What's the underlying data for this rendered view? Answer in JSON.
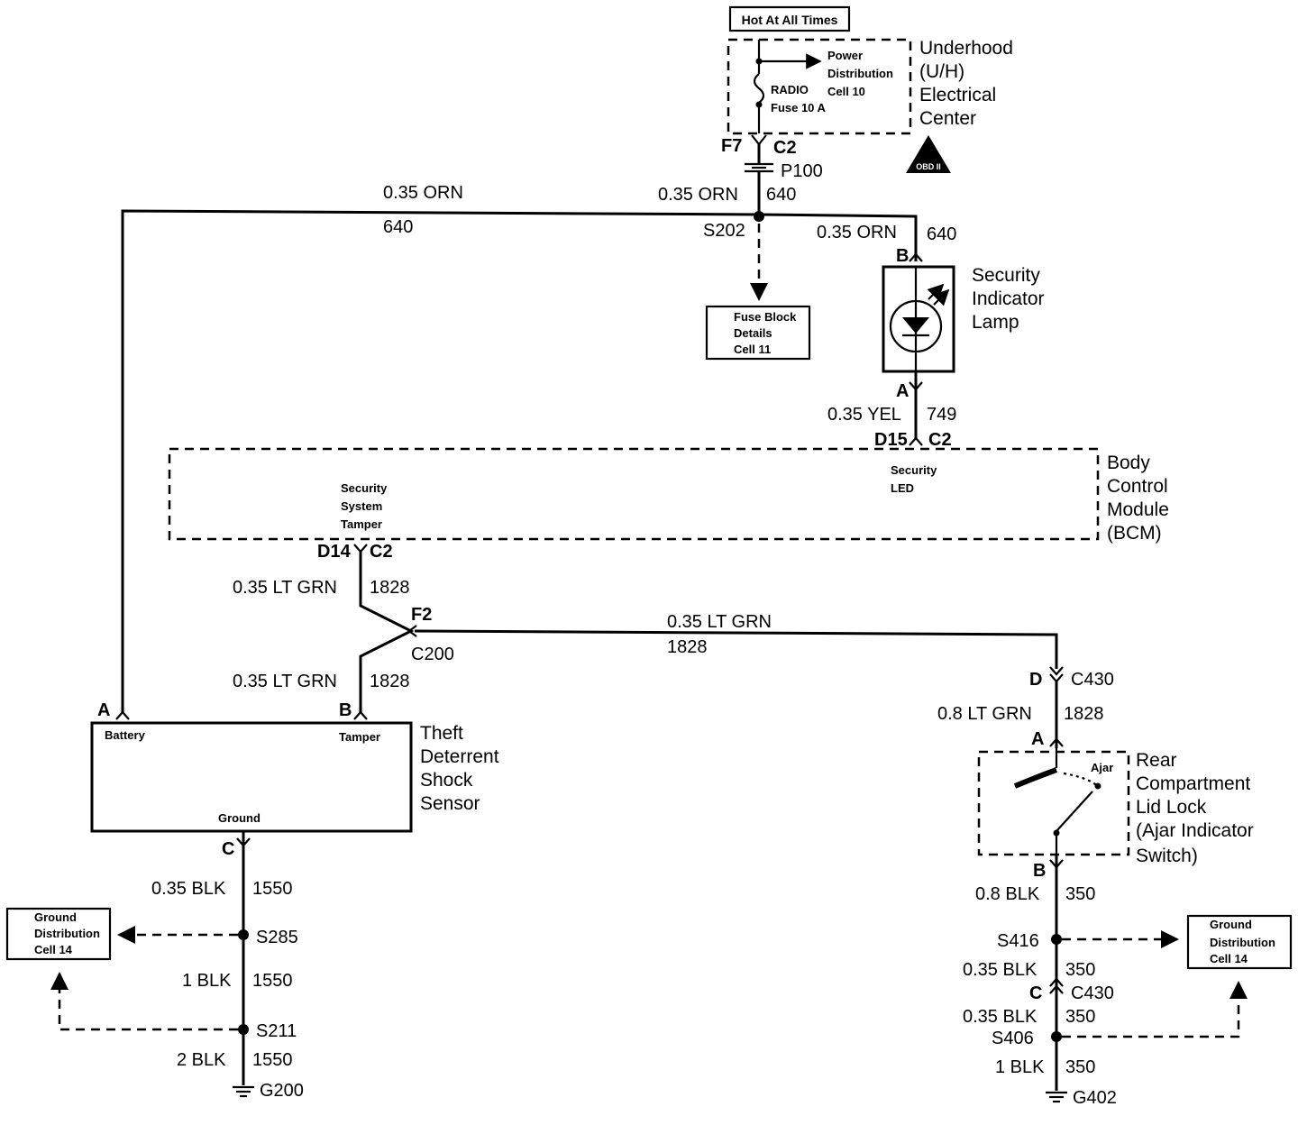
{
  "hot_box": "Hot At All Times",
  "uh_center": {
    "name_lines": [
      "Underhood",
      "(U/H)",
      "Electrical",
      "Center"
    ],
    "power_dist_lines": [
      "Power",
      "Distribution",
      "Cell 10"
    ],
    "fuse_lines": [
      "RADIO",
      "Fuse 10 A"
    ],
    "obd_label": "OBD II"
  },
  "connectors": {
    "f7": "F7",
    "c2_top": "C2",
    "p100": "P100",
    "s202": "S202",
    "b_lamp": "B",
    "a_lamp": "A",
    "d15": "D15",
    "c2_led": "C2",
    "d14": "D14",
    "c2_tamper": "C2",
    "f2": "F2",
    "c200": "C200",
    "a_batt": "A",
    "b_tamper": "B",
    "c_ground": "C",
    "s285": "S285",
    "s211": "S211",
    "g200": "G200",
    "d_rear": "D",
    "c430_top": "C430",
    "a_rear": "A",
    "b_rear": "B",
    "s416": "S416",
    "c_430": "C",
    "c430_bot": "C430",
    "s406": "S406",
    "g402": "G402"
  },
  "wires": {
    "w_top_left_gauge": "0.35 ORN",
    "w_top_left_circ": "640",
    "w_s202_gauge": "0.35 ORN",
    "w_s202_circ": "640",
    "w_lamp_gauge": "0.35 ORN",
    "w_lamp_circ": "640",
    "w_yel_gauge": "0.35 YEL",
    "w_yel_circ": "749",
    "w_ltgrn1_gauge": "0.35 LT GRN",
    "w_ltgrn1_circ": "1828",
    "w_ltgrn2_gauge": "0.35 LT GRN",
    "w_ltgrn2_circ": "1828",
    "w_ltgrn_h_gauge": "0.35 LT GRN",
    "w_ltgrn_h_circ": "1828",
    "w_ltgrn08_gauge": "0.8 LT GRN",
    "w_ltgrn08_circ": "1828",
    "w_blk1_gauge": "0.35 BLK",
    "w_blk1_circ": "1550",
    "w_blk2_gauge": "1 BLK",
    "w_blk2_circ": "1550",
    "w_blk3_gauge": "2 BLK",
    "w_blk3_circ": "1550",
    "w_r_blk1_gauge": "0.8 BLK",
    "w_r_blk1_circ": "350",
    "w_r_blk2_gauge": "0.35 BLK",
    "w_r_blk2_circ": "350",
    "w_r_blk3_gauge": "0.35 BLK",
    "w_r_blk3_circ": "350",
    "w_r_blk4_gauge": "1 BLK",
    "w_r_blk4_circ": "350"
  },
  "fuse_block": [
    "Fuse Block",
    "Details",
    "Cell 11"
  ],
  "security_lamp": [
    "Security",
    "Indicator",
    "Lamp"
  ],
  "bcm": {
    "name_lines": [
      "Body",
      "Control",
      "Module",
      "(BCM)"
    ],
    "tamper_lines": [
      "Security",
      "System",
      "Tamper"
    ],
    "led_lines": [
      "Security",
      "LED"
    ]
  },
  "shock_sensor": {
    "name_lines": [
      "Theft",
      "Deterrent",
      "Shock",
      "Sensor"
    ],
    "battery": "Battery",
    "tamper": "Tamper",
    "ground": "Ground"
  },
  "ground_dist_left": [
    "Ground",
    "Distribution",
    "Cell 14"
  ],
  "ground_dist_right": [
    "Ground",
    "Distribution",
    "Cell 14"
  ],
  "rear_lock": {
    "name_lines": [
      "Rear",
      "Compartment",
      "Lid Lock",
      "(Ajar Indicator",
      "Switch)"
    ],
    "ajar": "Ajar"
  }
}
